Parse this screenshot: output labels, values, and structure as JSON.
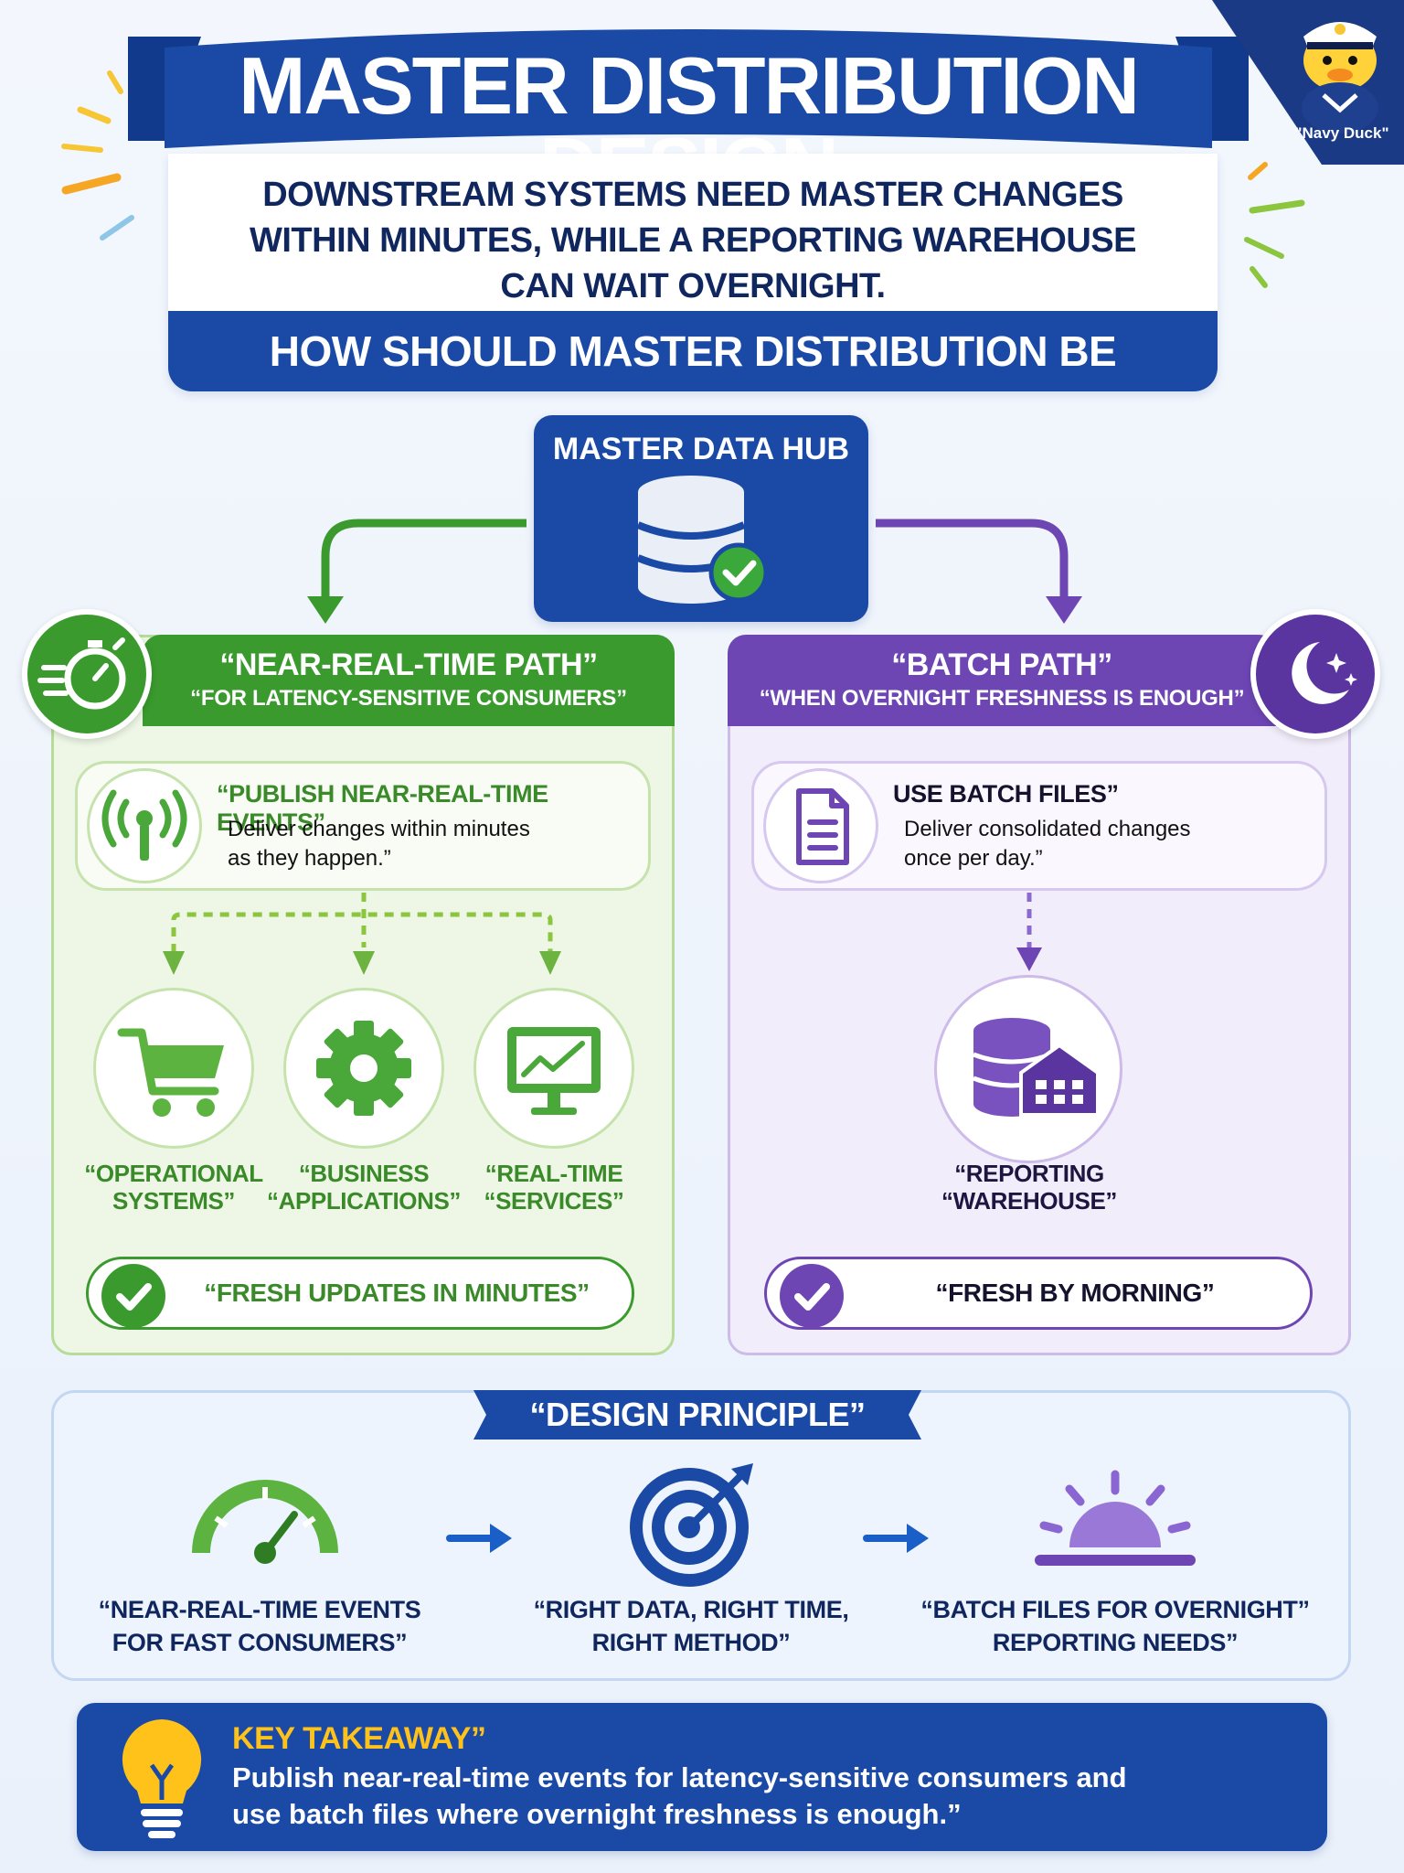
{
  "header": {
    "title": "MASTER DISTRIBUTION DESIGN",
    "scenario_lines": [
      "DOWNSTREAM SYSTEMS NEED MASTER CHANGES",
      "WITHIN MINUTES, WHILE A REPORTING WAREHOUSE",
      "CAN WAIT OVERNIGHT."
    ],
    "question": "HOW SHOULD MASTER DISTRIBUTION BE DESIGNED?"
  },
  "mascot": {
    "label": "\"Navy Duck\"",
    "icon": "duck-sailor-icon"
  },
  "hub": {
    "title": "MASTER DATA HUB",
    "icon": "database-check-icon"
  },
  "near_real_time": {
    "title": "“NEAR-REAL-TIME PATH”",
    "subtitle": "“FOR LATENCY-SENSITIVE CONSUMERS”",
    "badge_icon": "stopwatch-fast-icon",
    "card": {
      "title": "“PUBLISH NEAR-REAL-TIME EVENTS”",
      "body_lines": [
        "Deliver changes within minutes",
        "as they happen.”"
      ],
      "icon": "broadcast-antenna-icon"
    },
    "consumers": [
      {
        "icon": "shopping-cart-icon",
        "lines": [
          "“OPERATIONAL",
          "SYSTEMS”"
        ]
      },
      {
        "icon": "gear-icon",
        "lines": [
          "“BUSINESS",
          "“APPLICATIONS”"
        ]
      },
      {
        "icon": "monitor-chart-icon",
        "lines": [
          "“REAL-TIME",
          "“SERVICES”"
        ]
      }
    ],
    "result": "“FRESH UPDATES IN MINUTES”"
  },
  "batch": {
    "title": "“BATCH PATH”",
    "subtitle": "“WHEN OVERNIGHT FRESHNESS IS ENOUGH”",
    "badge_icon": "moon-stars-icon",
    "card": {
      "title": "USE BATCH FILES”",
      "body_lines": [
        "Deliver consolidated changes",
        "once per day.”"
      ],
      "icon": "document-icon"
    },
    "consumer": {
      "icon": "database-warehouse-icon",
      "lines": [
        "“REPORTING",
        "“WAREHOUSE”"
      ]
    },
    "result": "“FRESH BY MORNING”"
  },
  "principle": {
    "title": "“DESIGN PRINCIPLE”",
    "items": [
      {
        "icon": "speedometer-icon",
        "lines": [
          "“NEAR-REAL-TIME EVENTS",
          "FOR FAST CONSUMERS”"
        ]
      },
      {
        "icon": "target-icon",
        "lines": [
          "“RIGHT DATA, RIGHT TIME,",
          "RIGHT METHOD”"
        ]
      },
      {
        "icon": "sunrise-icon",
        "lines": [
          "“BATCH FILES FOR OVERNIGHT”",
          "REPORTING NEEDS”"
        ]
      }
    ]
  },
  "takeaway": {
    "title": "KEY TAKEAWAY”",
    "body_lines": [
      "Publish near-real-time events for latency-sensitive consumers and",
      "use batch files where overnight freshness is enough.”"
    ],
    "icon": "lightbulb-icon"
  },
  "colors": {
    "navy": "#1a4aa6",
    "dark_text": "#10265e",
    "green": "#3a9a2e",
    "purple": "#6d46b4",
    "yellow": "#ffc21a"
  }
}
